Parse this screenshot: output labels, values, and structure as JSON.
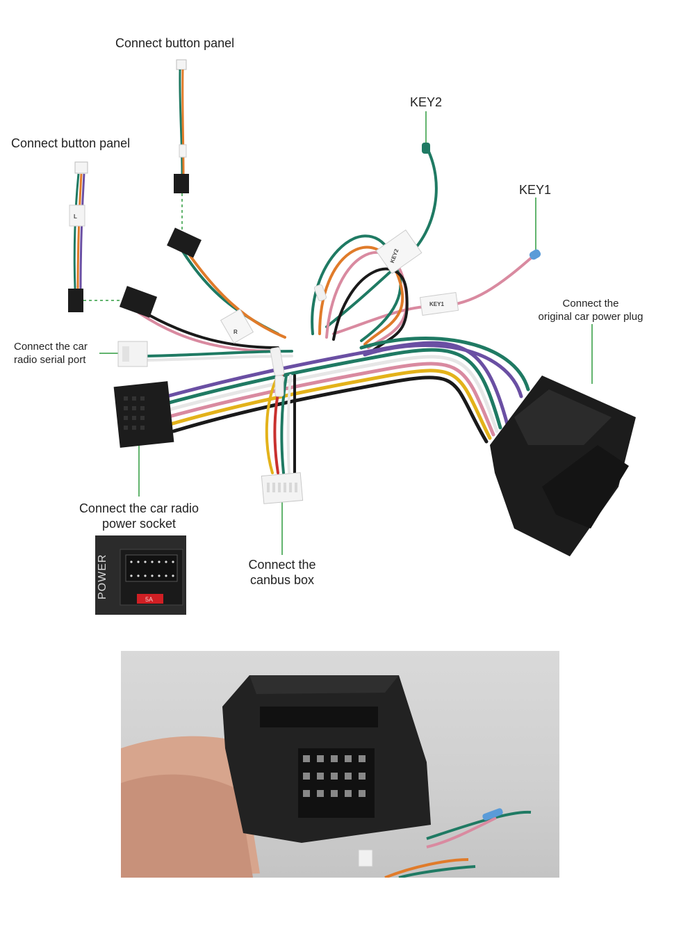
{
  "labels": {
    "button_panel_top": "Connect button panel",
    "button_panel_left": "Connect button panel",
    "key2": "KEY2",
    "key1": "KEY1",
    "power_plug_line1": "Connect the",
    "power_plug_line2": "original car power plug",
    "serial_line1": "Connect the car",
    "serial_line2": "radio  serial port",
    "power_socket_line1": "Connect the car radio",
    "power_socket_line2": "power socket",
    "canbus_line1": "Connect the",
    "canbus_line2": "canbus box"
  },
  "tags": {
    "key2_tag": "KEY2",
    "key1_tag": "KEY1",
    "l_tag": "L",
    "r_tag": "R"
  },
  "inset": {
    "power_text": "POWER",
    "fuse_text": "5A"
  },
  "colors": {
    "leader_line": "#2e9b3e",
    "wire_green": "#1f7a63",
    "wire_orange": "#e07b2a",
    "wire_pink": "#d98aa0",
    "wire_purple": "#6a4fa3",
    "wire_white": "#e6e6e6",
    "wire_black": "#1a1a1a",
    "wire_yellow": "#e3b21a",
    "wire_red": "#c9312e",
    "connector_black": "#1c1c1c"
  }
}
